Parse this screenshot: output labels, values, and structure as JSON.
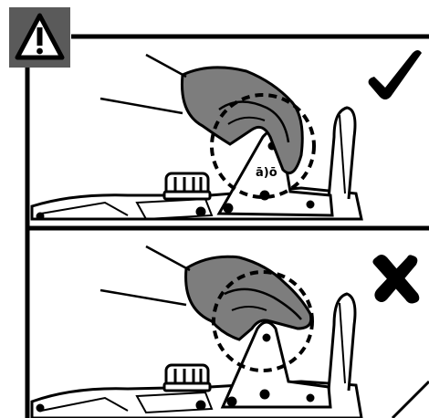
{
  "warning": {
    "icon": "warning-triangle-icon",
    "box_color": "#5a5a5a"
  },
  "panels": [
    {
      "name": "correct-grip",
      "status_icon": "check-mark-icon",
      "label_text": "ā)ō",
      "glove_color": "#7d7d7d"
    },
    {
      "name": "incorrect-grip",
      "status_icon": "cross-mark-icon",
      "glove_color": "#7d7d7d"
    }
  ]
}
